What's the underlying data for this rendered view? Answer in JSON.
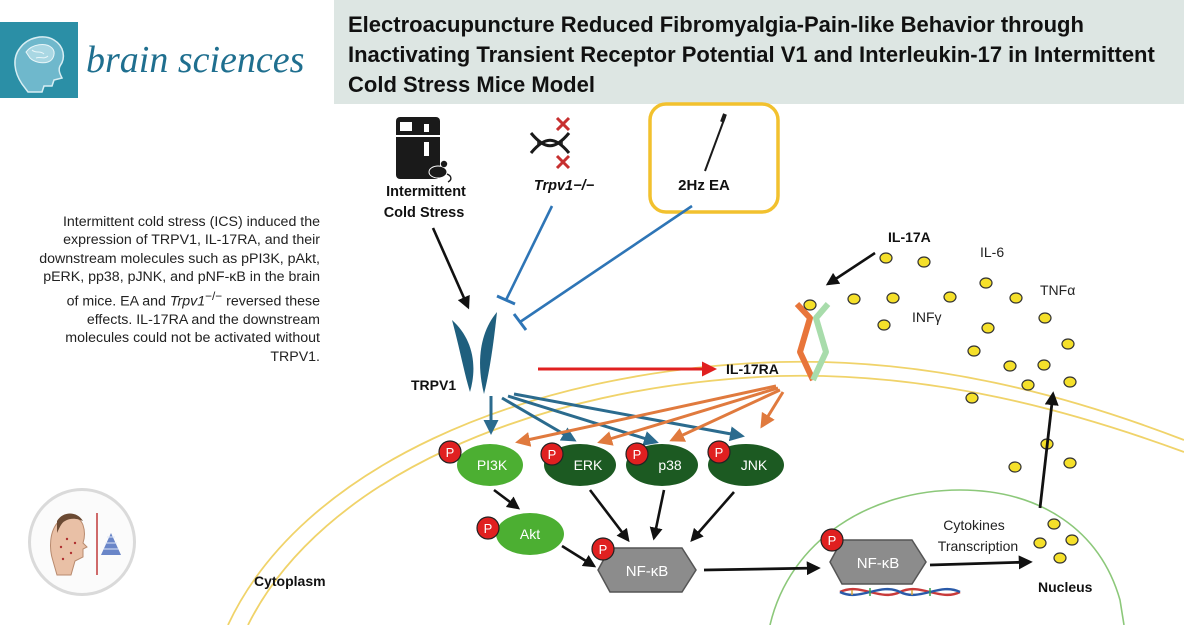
{
  "journal": {
    "name": "brain sciences"
  },
  "title": "Electroacupuncture Reduced Fibromyalgia-Pain-like Behavior through Inactivating Transient Receptor Potential V1 and Interleukin-17 in Intermittent Cold Stress Mice Model",
  "summary": {
    "part1": "Intermittent cold stress (ICS) induced the expression of TRPV1, IL-17RA, and their downstream molecules such as pPI3K, pAkt, pERK, pp38, pJNK, and pNF-κB in the brain of mice. EA and ",
    "part2": "Trpv1",
    "part3": "−/−",
    "part4": " reversed these effects. IL-17RA and the downstream molecules could not be activated without TRPV1."
  },
  "diagram": {
    "stimuli": {
      "ics_line1": "Intermittent",
      "ics_line2": "Cold Stress",
      "knockout": "Trpv1−/−",
      "ea": "2Hz EA"
    },
    "receptors": {
      "trpv1": "TRPV1",
      "il17ra": "IL-17RA"
    },
    "cytokines": {
      "il17a": "IL-17A",
      "il6": "IL-6",
      "tnfa": "TNFα",
      "infg": "INFγ"
    },
    "phospho_mark": "P",
    "kinases": {
      "pi3k": "PI3K",
      "erk": "ERK",
      "p38": "p38",
      "jnk": "JNK",
      "akt": "Akt"
    },
    "nfkb": "NF-κB",
    "nfkb_nuclear": "NF-κB",
    "compartments": {
      "cytoplasm": "Cytoplasm",
      "nucleus": "Nucleus"
    },
    "transcription": {
      "line1": "Cytokines",
      "line2": "Transcription"
    },
    "colors": {
      "title_bg": "#dde6e3",
      "ea_box": "#f2c12e",
      "trpv1": "#1f5f7e",
      "il17ra_left": "#e8753a",
      "il17ra_right": "#a8dcab",
      "inhibit": "#2e75b6",
      "activation": "#e02020",
      "orange_arrow": "#e07a3e",
      "teal_arrow": "#2b6b8e",
      "membrane": "#f0d36a",
      "nucleus_membrane": "#8cc87a",
      "pi3k_akt": "#4caf32",
      "erk_p38_jnk": "#1c5a22",
      "nfkb": "#8c8c8c",
      "phospho": "#e02020",
      "cytokine_dot": "#f5e02a"
    }
  }
}
